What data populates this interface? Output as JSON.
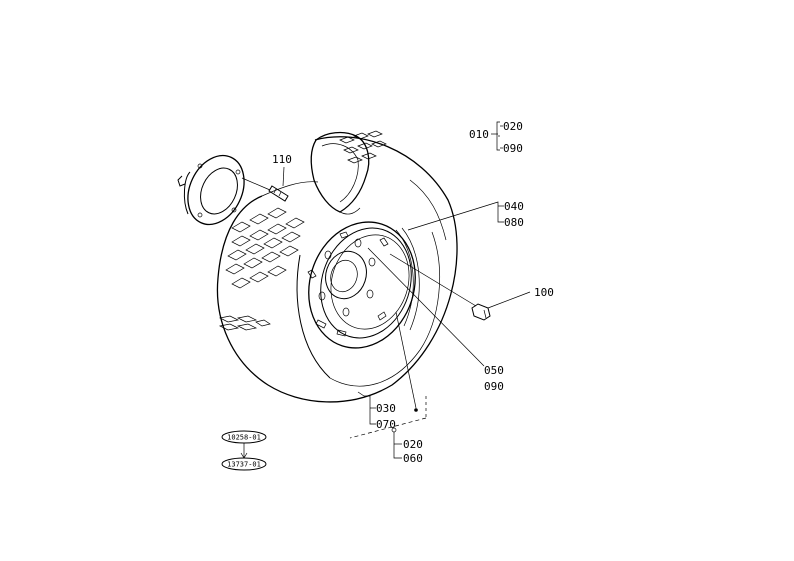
{
  "callouts": {
    "c010": "010",
    "c020_top": "020",
    "c090_top": "090",
    "c110": "110",
    "c040": "040",
    "c080": "080",
    "c100": "100",
    "c050": "050",
    "c090_mid": "090",
    "c030": "030",
    "c070": "070",
    "c020_bot": "020",
    "c060": "060"
  },
  "legend": {
    "top_code": "10258-01",
    "bottom_code": "13737-01"
  }
}
